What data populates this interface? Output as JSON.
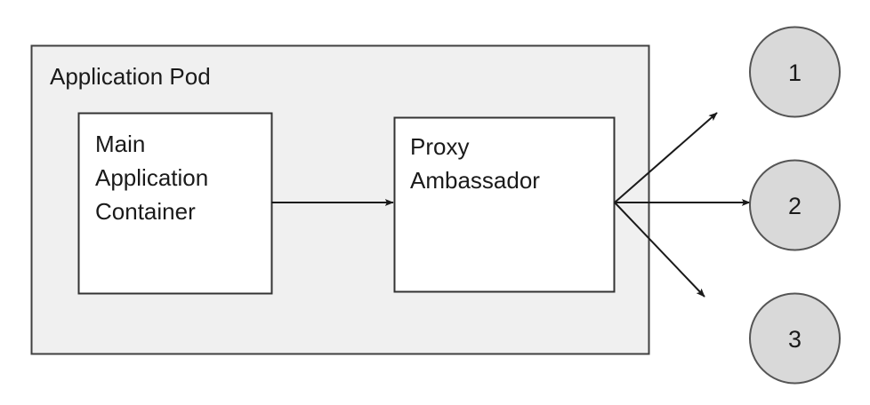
{
  "diagram": {
    "pod": {
      "label": "Application Pod",
      "fill": "#f0f0f0",
      "stroke": "#404040"
    },
    "containers": [
      {
        "name": "main-application-container",
        "lines": [
          "Main",
          "Application",
          "Container"
        ],
        "fill": "#ffffff",
        "stroke": "#333333"
      },
      {
        "name": "proxy-ambassador-container",
        "lines": [
          "Proxy",
          "Ambassador"
        ],
        "fill": "#ffffff",
        "stroke": "#333333"
      }
    ],
    "endpoints": [
      {
        "label": "1",
        "fill": "#d9d9d9",
        "stroke": "#555555"
      },
      {
        "label": "2",
        "fill": "#d9d9d9",
        "stroke": "#555555"
      },
      {
        "label": "3",
        "fill": "#d9d9d9",
        "stroke": "#555555"
      }
    ],
    "connectors": {
      "stroke": "#1a1a1a",
      "internal_arrow_name": "main-to-proxy-arrow",
      "outbound_arrow_names": [
        "proxy-to-endpoint-1-arrow",
        "proxy-to-endpoint-2-arrow",
        "proxy-to-endpoint-3-arrow"
      ]
    }
  }
}
